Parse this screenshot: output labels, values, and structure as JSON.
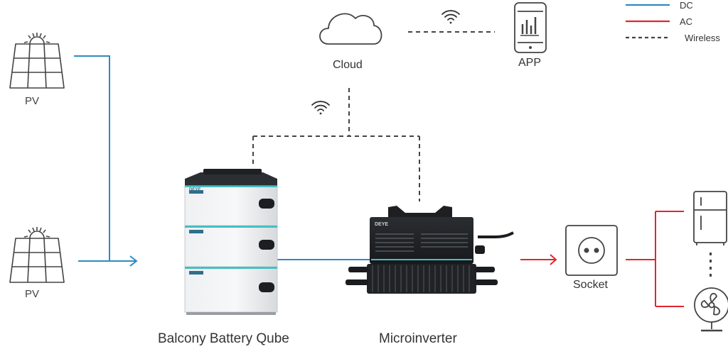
{
  "legend": {
    "dc": {
      "label": "DC",
      "color": "#2e8bc0"
    },
    "ac": {
      "label": "AC",
      "color": "#e0262f"
    },
    "wireless": {
      "label": "Wireless",
      "color": "#444444"
    }
  },
  "nodes": {
    "pv_top": "PV",
    "pv_bottom": "PV",
    "cloud": "Cloud",
    "app": "APP",
    "battery": "Balcony Battery Qube",
    "microinverter": "Microinverter",
    "socket": "Socket"
  },
  "brand": "DEYE"
}
